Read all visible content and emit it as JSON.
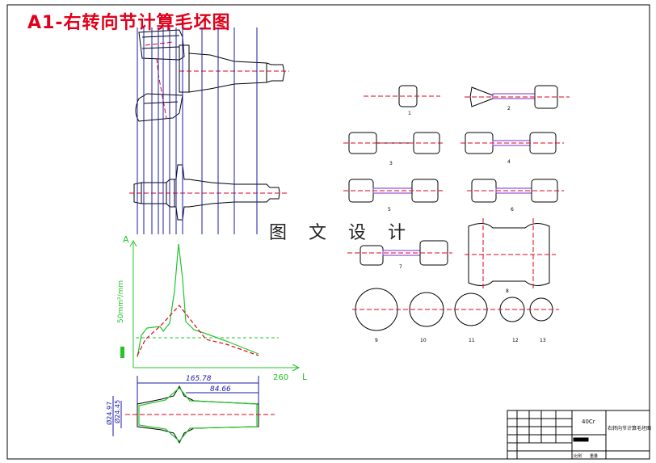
{
  "title": "A1-右转向节计算毛坯图",
  "watermark": "图 文 设 计",
  "colors": {
    "title": "#e0001b",
    "outline": "#000000",
    "centerline": "#e0001b",
    "blue": "#1a1aa8",
    "green": "#22c42a",
    "purple": "#7a2bd0"
  },
  "graph": {
    "axis_y": "A",
    "axis_x": "L",
    "ylabel": "50mm²/mm",
    "x_max_label": "260"
  },
  "dims": {
    "d1": "165.78",
    "d2": "84.66",
    "d3": "Ø24.97",
    "d4": "Ø24.45"
  },
  "steps": [
    "1",
    "2",
    "3",
    "4",
    "5",
    "6",
    "7",
    "8",
    "9",
    "10",
    "11",
    "12",
    "13"
  ],
  "table": {
    "material": "40Cr",
    "name": "右转向节计算毛坯图",
    "scale1": "比例",
    "scale2": "重量"
  }
}
